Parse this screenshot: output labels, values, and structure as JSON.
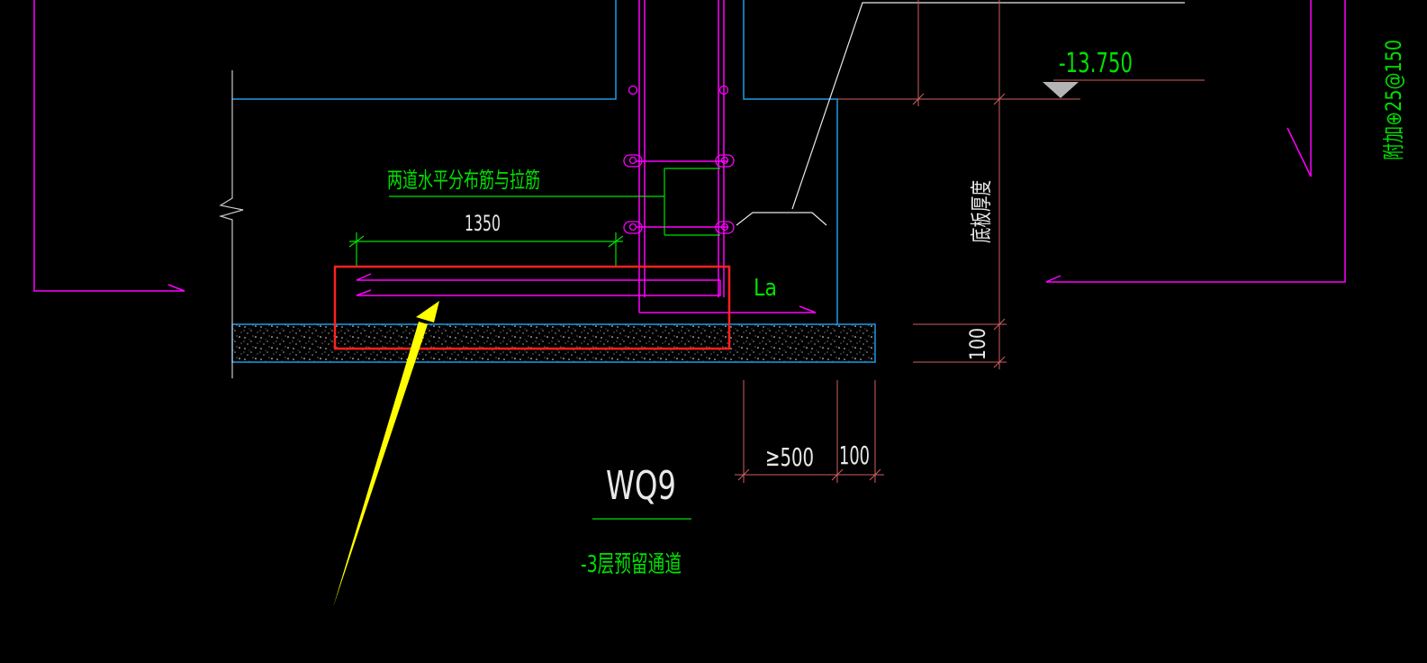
{
  "labels": {
    "elevation": "-13.750",
    "rebar_note": "附加⊕25@150",
    "horizontal_note": "两道水平分布筋与拉筋",
    "dim_1350": "1350",
    "la": "La",
    "slab_thickness": "底板厚度",
    "dim_100_vertical": "100",
    "dim_500": "≥500",
    "dim_100_bottom": "100",
    "wall_id": "WQ9",
    "subtitle": "-3层预留通道"
  },
  "colors": {
    "background": "#000000",
    "magenta": "#ff00ff",
    "cyan": "#1e9be8",
    "green": "#00e000",
    "white": "#e8e8e8",
    "red_dim": "#d06060",
    "highlight": "#ff2020",
    "arrow": "#ffff00"
  }
}
